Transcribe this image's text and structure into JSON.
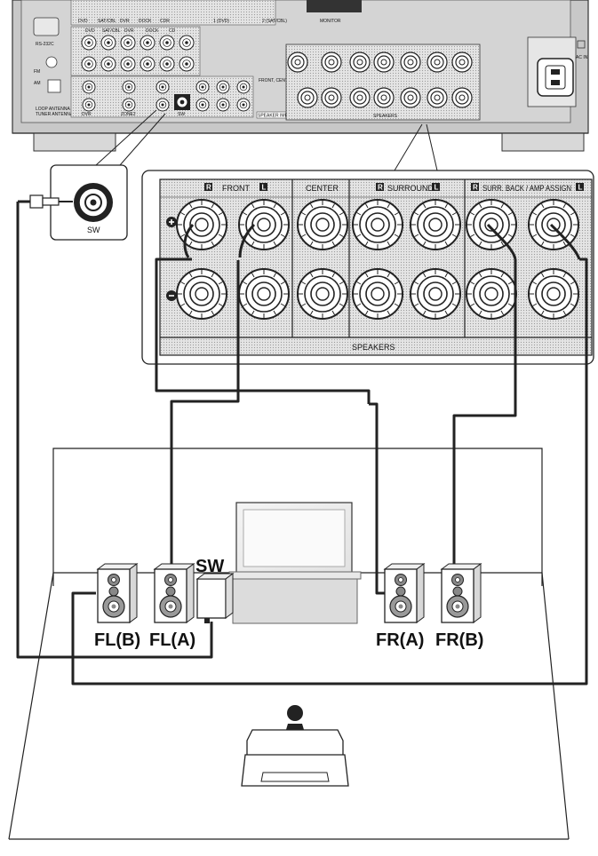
{
  "receiver_top": {
    "input_row_labels": [
      "DVD",
      "SAT/CBL",
      "DVR",
      "DOCK",
      "CD"
    ],
    "upper_labels": [
      "DVD",
      "SAT/CBL",
      "DVR",
      "DOCK",
      "CDR",
      "1 (DVD)",
      "2 (SAT/CBL)",
      "MONITOR"
    ],
    "misc_labels": [
      "RS-232C",
      "FM",
      "AM",
      "LOOP ANTENNA",
      "TUNER ANTENNA",
      "DVR",
      "ZONE2",
      "SW"
    ],
    "front_note": "FRONT, CENTER, SURROUND, SURR.BACK/ AMP ASSIGN",
    "impedance_note": "SPEAKER IMPEDANCE",
    "speakers_small": "SPEAKERS",
    "ac_label": "AC IN"
  },
  "sw_jack_label": "SW",
  "terminals": {
    "front": "FRONT",
    "center": "CENTER",
    "surround": "SURROUND",
    "surr_back": "SURR. BACK / AMP ASSIGN",
    "speakers": "SPEAKERS",
    "r_badge": "R",
    "l_badge": "L"
  },
  "room": {
    "speaker_labels": {
      "fl_b": "FL(B)",
      "fl_a": "FL(A)",
      "sw": "SW",
      "fr_a": "FR(A)",
      "fr_b": "FR(B)"
    }
  }
}
